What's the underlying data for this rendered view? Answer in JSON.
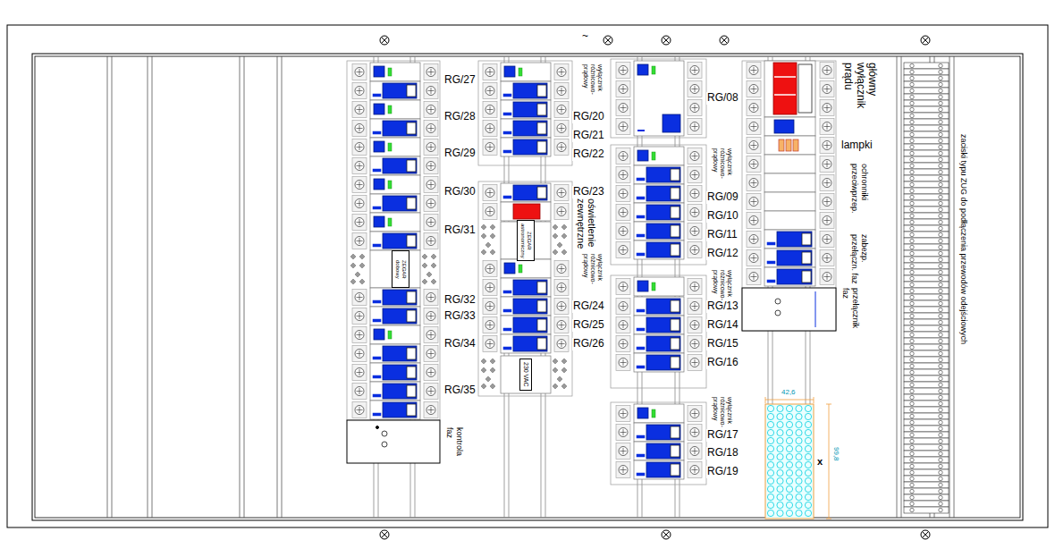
{
  "diagram": {
    "nodes": [
      {
        "text": [
          "ZEGAR dobowy"
        ]
      },
      {
        "text": [
          "ZEGAR astronomiczny"
        ]
      },
      {
        "text": [
          "230 VAC"
        ]
      }
    ],
    "labels": [
      "~",
      "RG/27",
      "RG/28",
      "RG/29",
      "RG/30",
      "RG/31",
      "RG/32",
      "RG/33",
      "RG/34",
      "RG/35",
      "kontrola faz",
      "wyłącznik różnicowo-prądowy",
      "RG/20",
      "RG/21",
      "RG/22",
      "RG/23",
      "oświetlenie zewnętrzne",
      "wyłącznik różnicowo-prądowy",
      "RG/24",
      "RG/25",
      "RG/26",
      "RG/08",
      "wyłącznik różnicowo-prądowy",
      "RG/09",
      "RG/10",
      "RG/11",
      "RG/12",
      "wyłącznik różnicowo-prądowy",
      "RG/13",
      "RG/14",
      "RG/15",
      "RG/16",
      "wyłącznik różnicowo-prądowy",
      "RG/17",
      "RG/18",
      "RG/19",
      "główny wyłącznik prądu",
      "lampki",
      "ochronniki przeciwprzep.",
      "zabezp. przełączn. faz",
      "przełącznik faz",
      "42,6",
      "99,8",
      "x",
      "zaciski typu ZUG do podłączenia przewodów odejściowych"
    ]
  }
}
